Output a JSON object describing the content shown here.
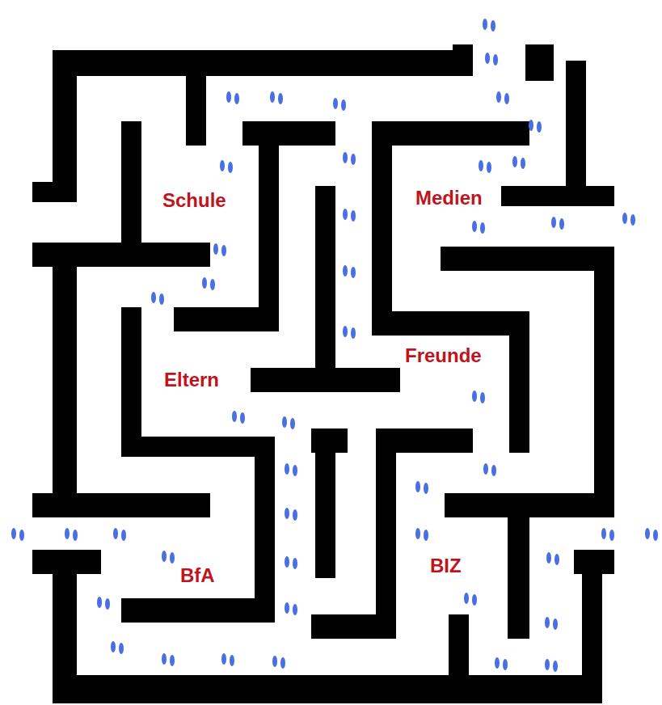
{
  "diagram": {
    "labels": [
      "Schule",
      "Medien",
      "Eltern",
      "Freunde",
      "BfA",
      "BIZ"
    ]
  }
}
